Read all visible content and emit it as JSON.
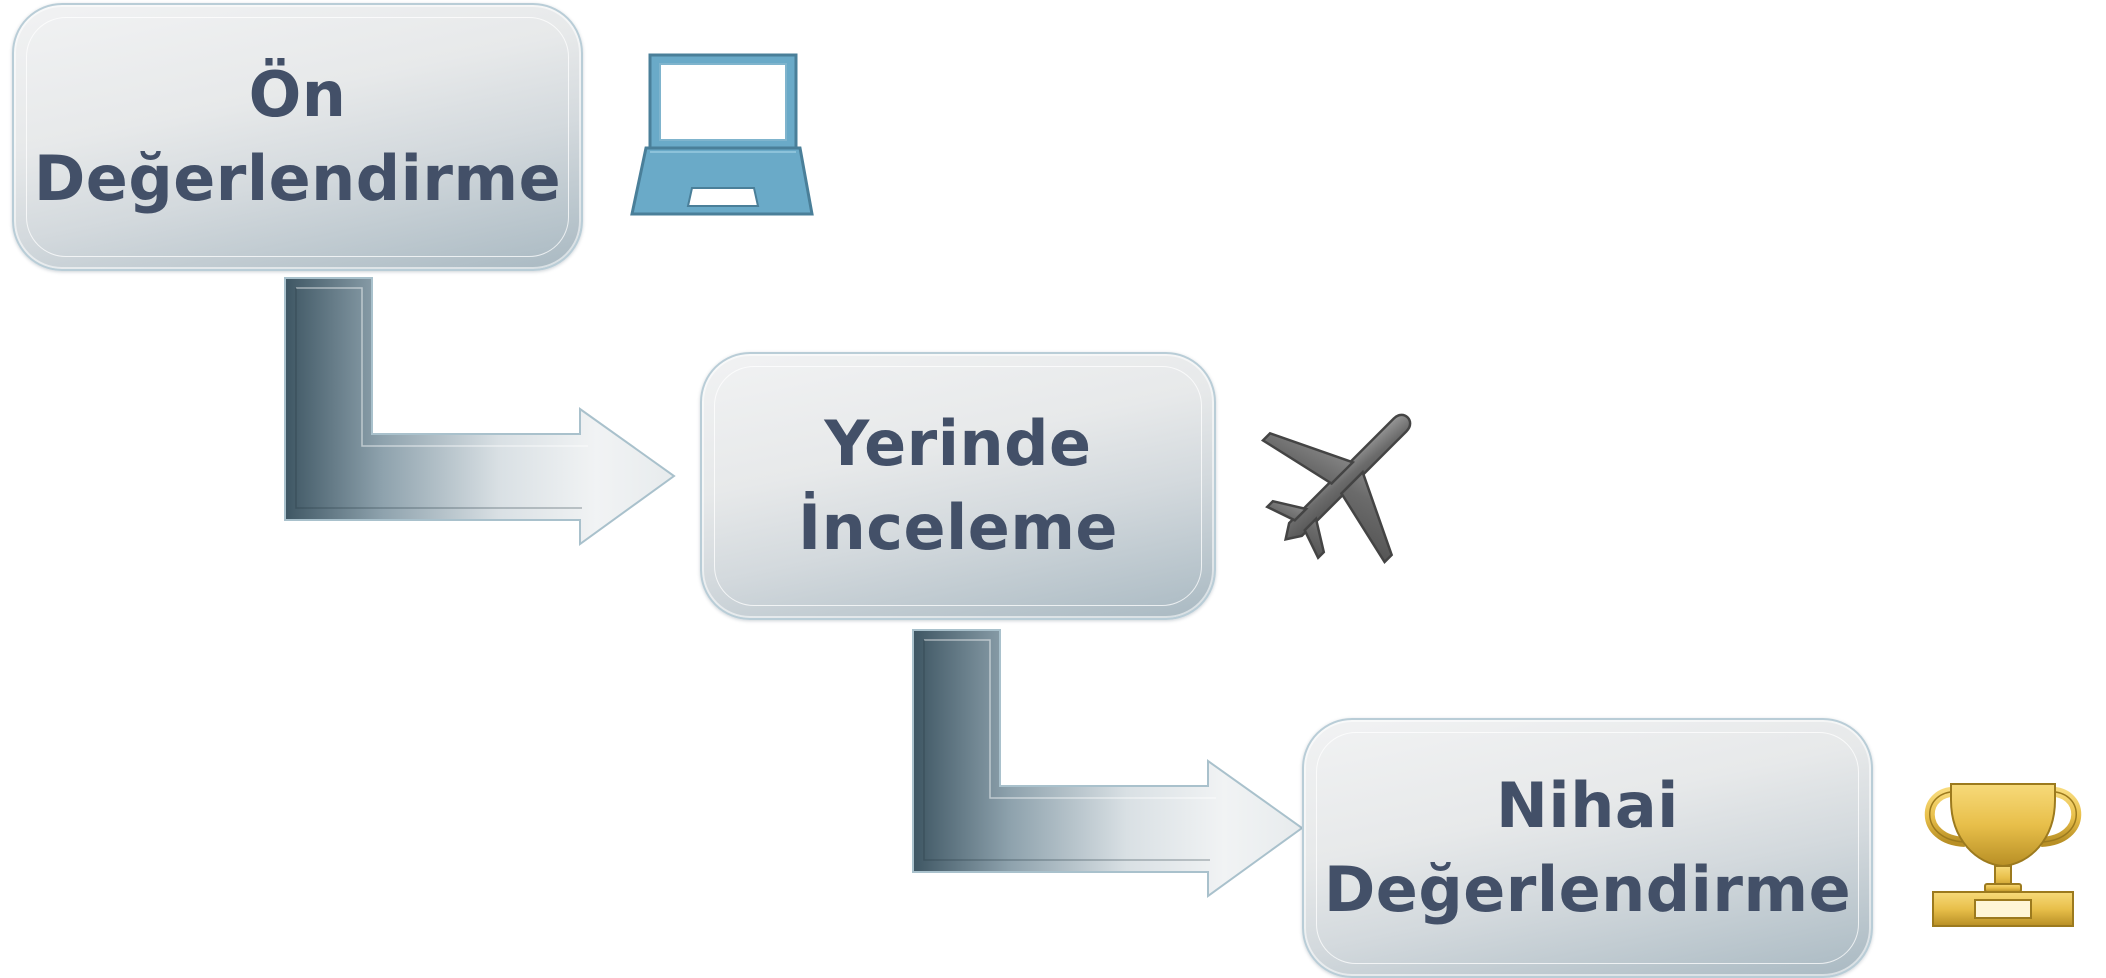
{
  "steps": [
    {
      "label": "Ön\nDeğerlendirme",
      "icon": "laptop-icon"
    },
    {
      "label": "Yerinde\nİnceleme",
      "icon": "airplane-icon"
    },
    {
      "label": "Nihai\nDeğerlendirme",
      "icon": "trophy-icon"
    }
  ],
  "colors": {
    "text": "#435068",
    "arrow_dark": "#3e5663",
    "laptop": "#6aaac8",
    "airplane": "#6b6b6b",
    "trophy": "#e8bf4a"
  }
}
